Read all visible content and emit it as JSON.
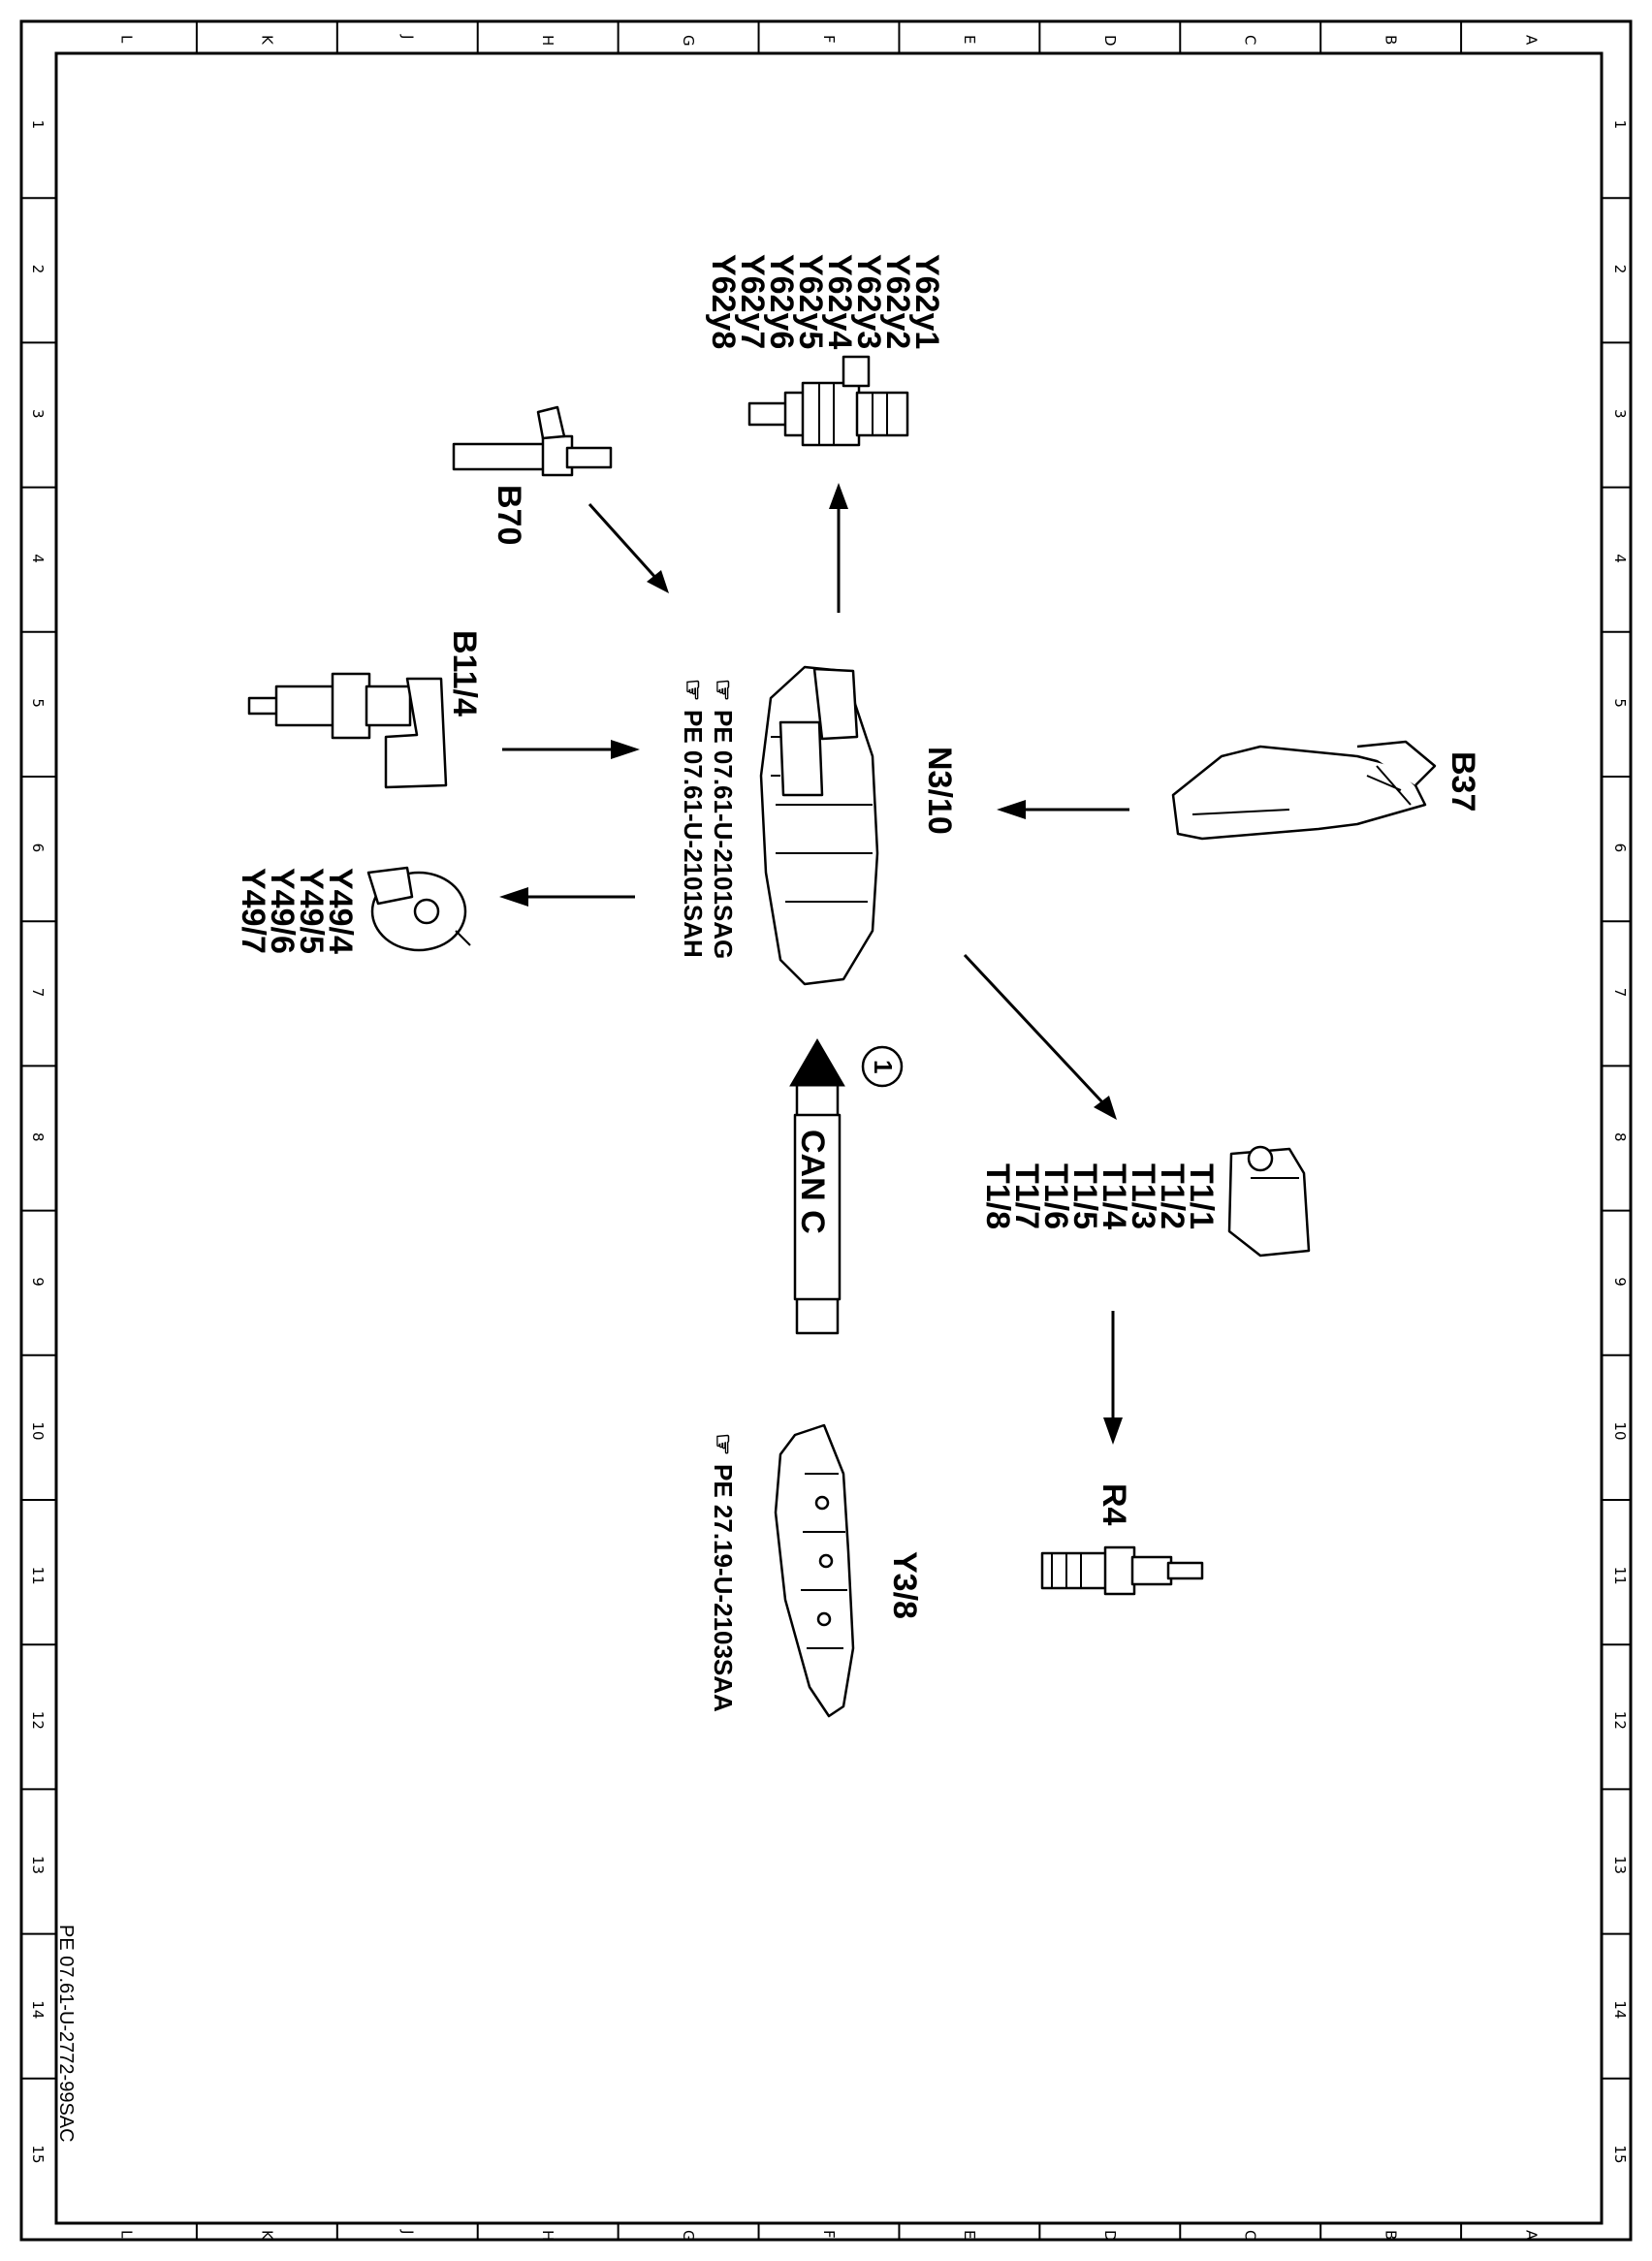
{
  "grid": {
    "columns": [
      "L",
      "K",
      "J",
      "H",
      "G",
      "F",
      "E",
      "D",
      "C",
      "B",
      "A"
    ],
    "rows": [
      "1",
      "2",
      "3",
      "4",
      "5",
      "6",
      "7",
      "8",
      "9",
      "10",
      "11",
      "12",
      "13",
      "14",
      "15"
    ]
  },
  "doc_id": "PE 07.61-U-2772-99SAC",
  "components": {
    "ecu": {
      "label": "N3/10",
      "refs": [
        "PE  07.61-U-2101SAG",
        "PE  07.61-U-2101SAH"
      ]
    },
    "injectors": {
      "labels": [
        "Y62y1",
        "Y62y2",
        "Y62y3",
        "Y62y4",
        "Y62y5",
        "Y62y6",
        "Y62y7",
        "Y62y8"
      ]
    },
    "b70": {
      "label": "B70"
    },
    "b11": {
      "label": "B11/4"
    },
    "y49": {
      "labels": [
        "Y49/4",
        "Y49/5",
        "Y49/6",
        "Y49/7"
      ]
    },
    "b37": {
      "label": "B37"
    },
    "coils": {
      "labels": [
        "T1/1",
        "T1/2",
        "T1/3",
        "T1/4",
        "T1/5",
        "T1/6",
        "T1/7",
        "T1/8"
      ]
    },
    "r4": {
      "label": "R4"
    },
    "y3": {
      "label": "Y3/8",
      "ref": "PE  27.19-U-2103SAA"
    },
    "can": {
      "label": "CAN  C",
      "callout": "1"
    }
  }
}
